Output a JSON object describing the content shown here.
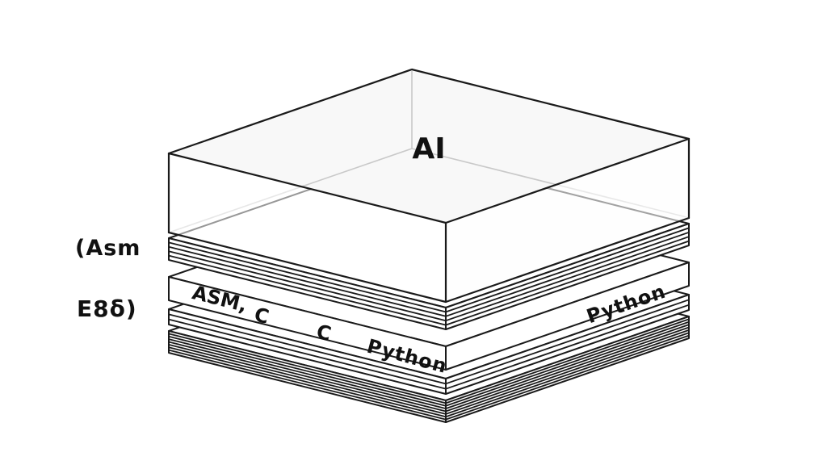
{
  "labels": {
    "ai": "AI",
    "legend_top": "(Asm",
    "legend_bottom": "E8δ)",
    "slab_front_left": [
      "ASM,",
      "C",
      "C",
      "Python"
    ],
    "slab_front_right": "Python"
  },
  "stacks": {
    "upper_thin_stack": {
      "layer_count": 5
    },
    "labeled_slab": {
      "layer_count": 1
    },
    "lower_thin_stack": {
      "layer_count": 3
    },
    "bottom_stack": {
      "layer_count": 8
    }
  },
  "colors": {
    "background": "#ffffff",
    "line": "#1a1a1a",
    "inner_edge": "#c9c9c9",
    "face_fill": "#ffffff",
    "box_top_fill": "#f8f8f8",
    "box_front_fill_opacity": "0.55"
  }
}
